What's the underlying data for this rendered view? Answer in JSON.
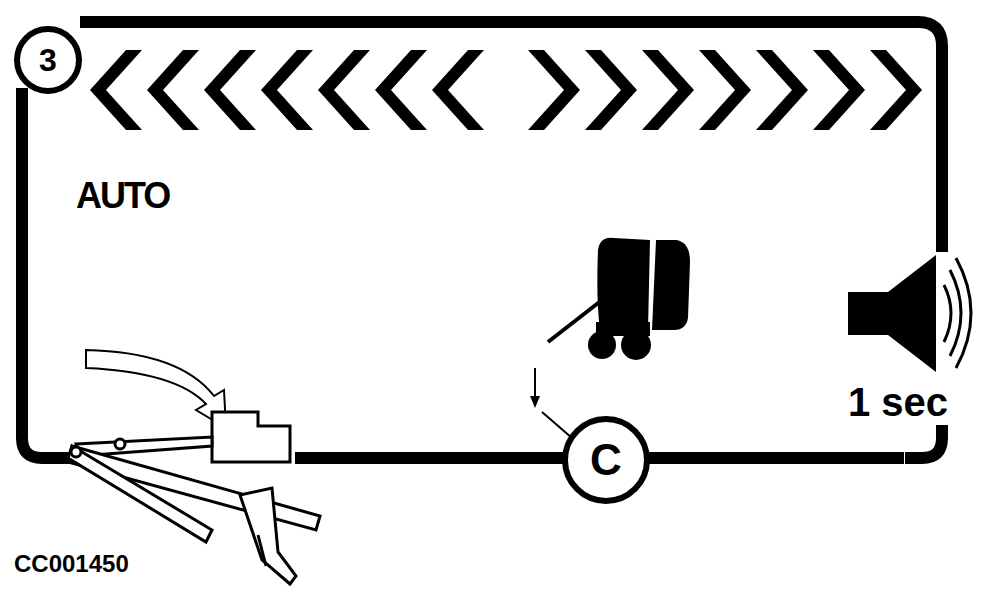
{
  "diagram": {
    "nodes": [
      {
        "text": [
          "AUTO",
          "1 sec"
        ]
      },
      {
        "text": [
          "3"
        ]
      },
      {
        "text": [
          "C"
        ]
      }
    ],
    "labels": [
      "CC001450"
    ]
  }
}
